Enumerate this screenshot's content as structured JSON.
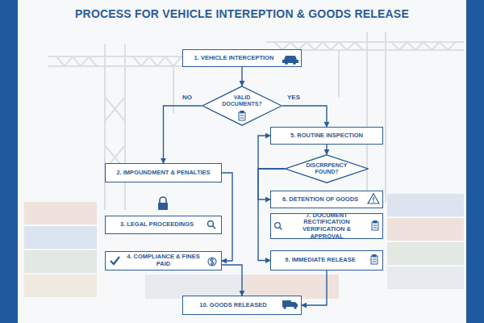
{
  "diagram": {
    "title": "PROCESS FOR VEHICLE INTEREPTION & GOODS RELEASE",
    "nodes": [
      {
        "text": [
          "1. VEHICLE INTERCEPTION"
        ]
      },
      {
        "text": [
          "VALID DOCUMENTS?"
        ]
      },
      {
        "text": [
          "5. ROUTINE INSPECTION"
        ]
      },
      {
        "text": [
          "2. IMPOUNDMENT & PENALTIES"
        ]
      },
      {
        "text": [
          "DISCRRPENCY FOUND?"
        ]
      },
      {
        "text": [
          "6. DETENTION OF GOODS"
        ]
      },
      {
        "text": [
          "3. LEGAL PROCEEDINGS"
        ]
      },
      {
        "text": [
          "7. DOCUMENT RECTIFICATION VERIFICATION & APPROVAL"
        ]
      },
      {
        "text": [
          "4. COMPLIANCE & FINES PAID"
        ]
      },
      {
        "text": [
          "9. IMMEDIATE RELEASE"
        ]
      },
      {
        "text": [
          "10. GOODS RELEASED"
        ]
      }
    ],
    "edges": [
      {
        "from": 0,
        "to": 1,
        "arrow": "to"
      },
      {
        "from": 1,
        "to": 3,
        "label": "NO",
        "arrow": "to"
      },
      {
        "from": 1,
        "to": 2,
        "label": "YES",
        "arrow": "to"
      },
      {
        "from": 2,
        "to": 4,
        "arrow": "to"
      },
      {
        "from": 4,
        "to": 2,
        "arrow": "to"
      },
      {
        "from": 4,
        "to": 5,
        "arrow": "to"
      },
      {
        "from": 4,
        "to": 9,
        "arrow": "to"
      },
      {
        "from": 3,
        "to": 8,
        "arrow": "to"
      },
      {
        "from": 8,
        "to": 10,
        "arrow": "to"
      },
      {
        "from": 9,
        "to": 10,
        "arrow": "to"
      }
    ]
  }
}
